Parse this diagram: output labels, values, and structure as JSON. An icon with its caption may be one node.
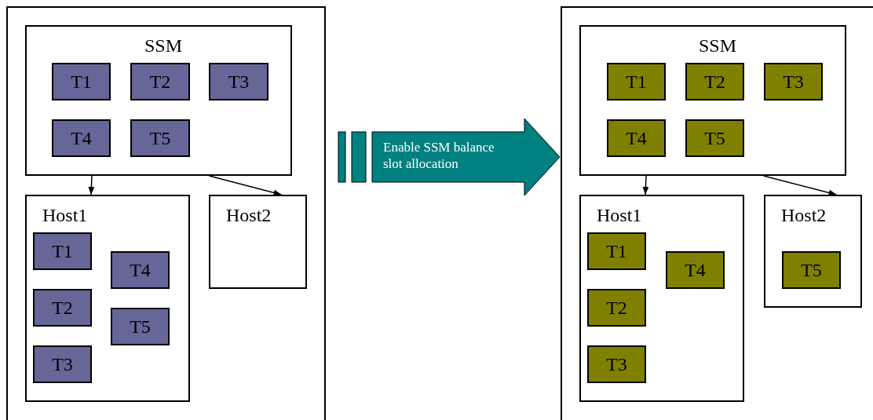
{
  "diagram": {
    "nodes": [
      {
        "text": [],
        "shape": "box"
      },
      {
        "text": [
          "SSM"
        ],
        "in": 0
      },
      {
        "text": [
          "T1"
        ],
        "in": 1
      },
      {
        "text": [
          "T2"
        ],
        "in": 1
      },
      {
        "text": [
          "T3"
        ],
        "in": 1
      },
      {
        "text": [
          "T4"
        ],
        "in": 1
      },
      {
        "text": [
          "T5"
        ],
        "in": 1
      },
      {
        "text": [
          "Host1"
        ],
        "in": 0
      },
      {
        "text": [
          "T1"
        ],
        "in": 7
      },
      {
        "text": [
          "T2"
        ],
        "in": 7
      },
      {
        "text": [
          "T3"
        ],
        "in": 7
      },
      {
        "text": [
          "T4"
        ],
        "in": 7
      },
      {
        "text": [
          "T5"
        ],
        "in": 7
      },
      {
        "text": [
          "Host2"
        ],
        "in": 0
      },
      {
        "text": [
          "Enable SSM balance slot allocation"
        ]
      },
      {
        "text": [],
        "shape": "box"
      },
      {
        "text": [
          "SSM"
        ],
        "in": 15
      },
      {
        "text": [
          "T1"
        ],
        "in": 16
      },
      {
        "text": [
          "T2"
        ],
        "in": 16
      },
      {
        "text": [
          "T3"
        ],
        "in": 16
      },
      {
        "text": [
          "T4"
        ],
        "in": 16
      },
      {
        "text": [
          "T5"
        ],
        "in": 16
      },
      {
        "text": [
          "Host1"
        ],
        "in": 15
      },
      {
        "text": [
          "T1"
        ],
        "in": 22
      },
      {
        "text": [
          "T2"
        ],
        "in": 22
      },
      {
        "text": [
          "T3"
        ],
        "in": 22
      },
      {
        "text": [
          "T4"
        ],
        "in": 22
      },
      {
        "text": [
          "Host2"
        ],
        "in": 15
      },
      {
        "text": [
          "T5"
        ],
        "in": 27
      }
    ],
    "edges": [
      {
        "from": 1,
        "to": 7,
        "arrow": "to"
      },
      {
        "from": 1,
        "to": 13,
        "arrow": "to"
      },
      {
        "from": 16,
        "to": 22,
        "arrow": "to"
      },
      {
        "from": 16,
        "to": 27,
        "arrow": "to"
      }
    ]
  }
}
